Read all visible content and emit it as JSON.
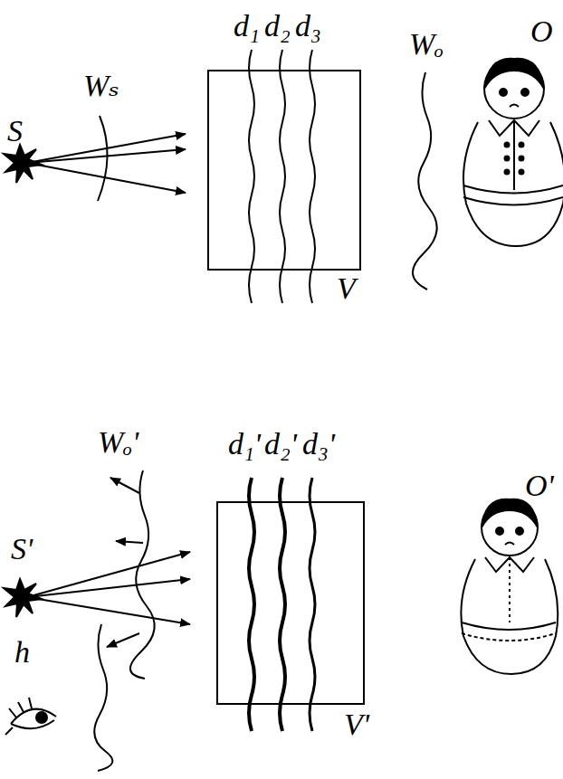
{
  "diagram": {
    "labels": [
      "S",
      "Wₛ",
      "d₁",
      "d₂",
      "d₃",
      "V",
      "Wₒ",
      "O",
      "S'",
      "Wₒ'",
      "d₁'",
      "d₂'",
      "d₃'",
      "h",
      "V'",
      "O'"
    ]
  }
}
